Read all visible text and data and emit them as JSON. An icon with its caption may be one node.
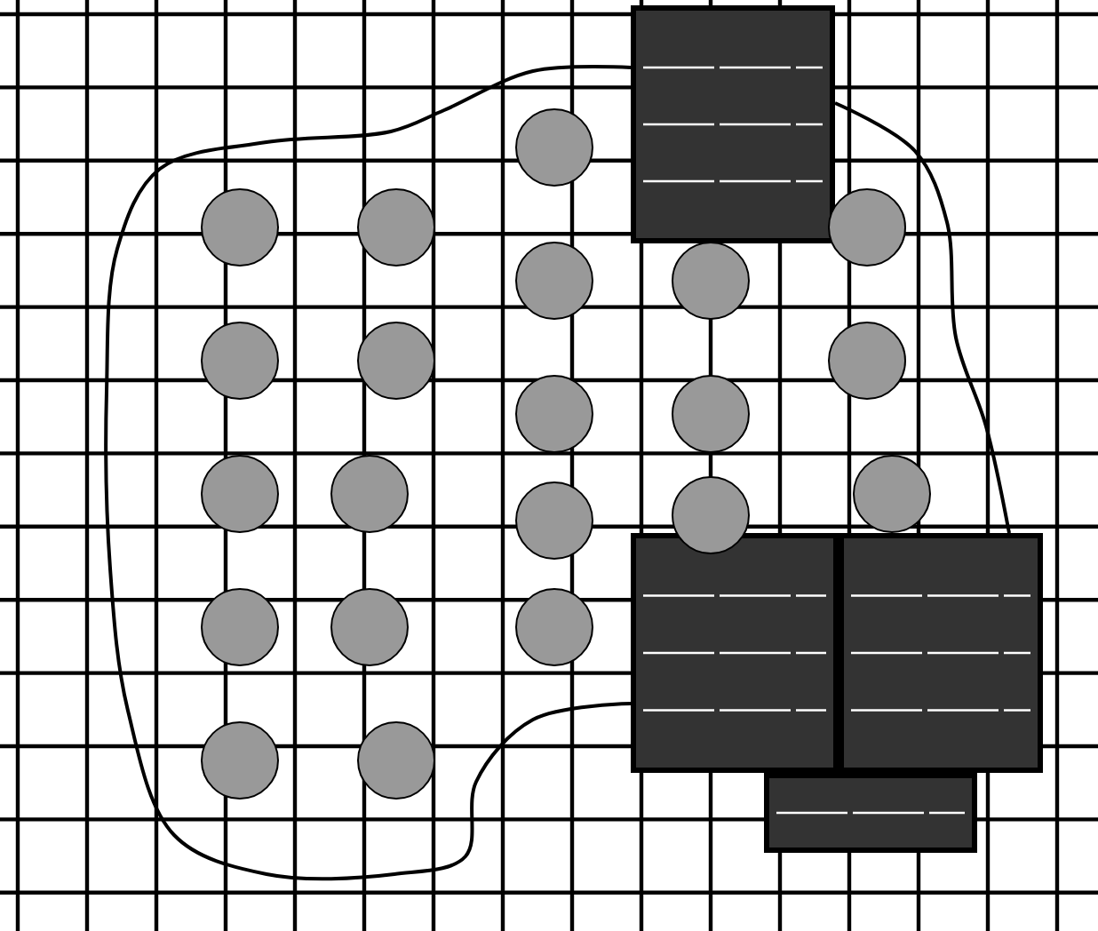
{
  "diagram": {
    "nodes": [
      {
        "text": [],
        "shape": "box"
      },
      {
        "text": [],
        "shape": "box"
      },
      {
        "text": [],
        "shape": "box"
      },
      {
        "text": [],
        "shape": "box"
      },
      {
        "text": [],
        "shape": "circle"
      },
      {
        "text": [],
        "shape": "circle"
      },
      {
        "text": [],
        "shape": "circle"
      },
      {
        "text": [],
        "shape": "circle"
      },
      {
        "text": [],
        "shape": "circle"
      },
      {
        "text": [],
        "shape": "circle"
      },
      {
        "text": [],
        "shape": "circle"
      },
      {
        "text": [],
        "shape": "circle"
      },
      {
        "text": [],
        "shape": "circle"
      },
      {
        "text": [],
        "shape": "circle"
      },
      {
        "text": [],
        "shape": "circle"
      },
      {
        "text": [],
        "shape": "circle"
      },
      {
        "text": [],
        "shape": "circle"
      },
      {
        "text": [],
        "shape": "circle"
      },
      {
        "text": [],
        "shape": "circle"
      },
      {
        "text": [],
        "shape": "circle"
      },
      {
        "text": [],
        "shape": "circle"
      },
      {
        "text": [],
        "shape": "circle"
      },
      {
        "text": [],
        "shape": "circle"
      },
      {
        "text": [],
        "shape": "circle"
      },
      {
        "text": [],
        "shape": "circle"
      }
    ]
  }
}
